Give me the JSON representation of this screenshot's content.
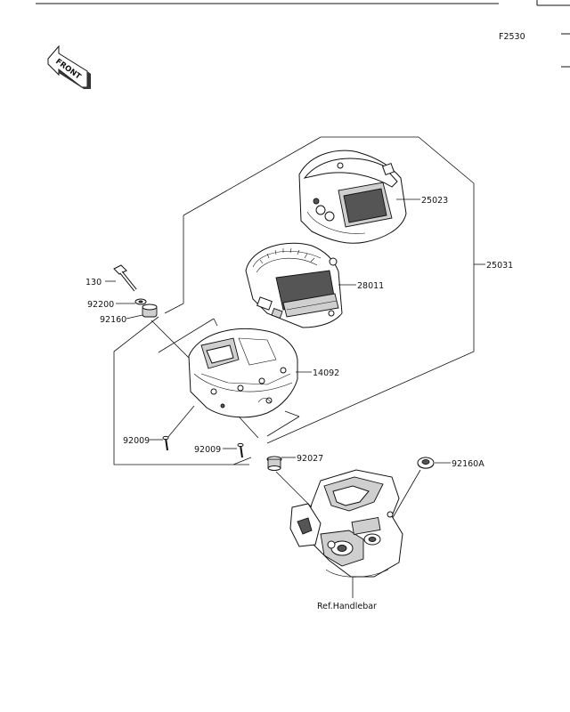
{
  "figure_code": "F2530",
  "front_label": "FRONT",
  "reference_label": "Ref.Handlebar",
  "parts": [
    {
      "id": "25023"
    },
    {
      "id": "25031"
    },
    {
      "id": "28011"
    },
    {
      "id": "130"
    },
    {
      "id": "92200"
    },
    {
      "id": "92160"
    },
    {
      "id": "14092"
    },
    {
      "id": "92009"
    },
    {
      "id": "92009"
    },
    {
      "id": "92027"
    },
    {
      "id": "92160A"
    }
  ]
}
